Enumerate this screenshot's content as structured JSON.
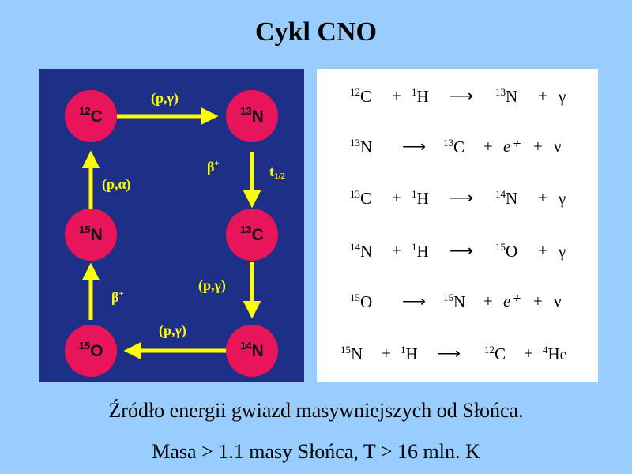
{
  "title": "Cykl CNO",
  "nodes": {
    "c12": {
      "mass": "12",
      "el": "C"
    },
    "n13": {
      "mass": "13",
      "el": "N"
    },
    "c13": {
      "mass": "13",
      "el": "C"
    },
    "n14": {
      "mass": "14",
      "el": "N"
    },
    "o15": {
      "mass": "15",
      "el": "O"
    },
    "n15": {
      "mass": "15",
      "el": "N"
    }
  },
  "reactions": {
    "c12_n13": "(p,γ)",
    "n13_c13_beta": "β",
    "n13_c13_beta_sup": "+",
    "half_life": "t",
    "half_life_sub": "1/2",
    "c13_n14": "(p,γ)",
    "n14_o15": "(p,γ)",
    "o15_n15_beta": "β",
    "o15_n15_beta_sup": "+",
    "n15_c12": "(p,α)"
  },
  "colors": {
    "background": "#99ccff",
    "panel": "#1e2f88",
    "node": "#e8155a",
    "arrow": "#ffff00"
  },
  "equations": [
    {
      "t1": "C",
      "m1": "12",
      "op1": "+",
      "t2": "H",
      "m2": "1",
      "arrow": "⟶",
      "t3": "N",
      "m3": "13",
      "op2": "+",
      "t4": "γ",
      "m4": "",
      "op3": "",
      "t5": "",
      "m5": ""
    },
    {
      "t1": "N",
      "m1": "13",
      "op1": "",
      "t2": "",
      "m2": "",
      "arrow": "⟶",
      "t3": "C",
      "m3": "13",
      "op2": "+",
      "t4": "e⁺",
      "m4": "",
      "op3": "+",
      "t5": "ν",
      "m5": ""
    },
    {
      "t1": "C",
      "m1": "13",
      "op1": "+",
      "t2": "H",
      "m2": "1",
      "arrow": "⟶",
      "t3": "N",
      "m3": "14",
      "op2": "+",
      "t4": "γ",
      "m4": "",
      "op3": "",
      "t5": "",
      "m5": ""
    },
    {
      "t1": "N",
      "m1": "14",
      "op1": "+",
      "t2": "H",
      "m2": "1",
      "arrow": "⟶",
      "t3": "O",
      "m3": "15",
      "op2": "+",
      "t4": "γ",
      "m4": "",
      "op3": "",
      "t5": "",
      "m5": ""
    },
    {
      "t1": "O",
      "m1": "15",
      "op1": "",
      "t2": "",
      "m2": "",
      "arrow": "⟶",
      "t3": "N",
      "m3": "15",
      "op2": "+",
      "t4": "e⁺",
      "m4": "",
      "op3": "+",
      "t5": "ν",
      "m5": ""
    },
    {
      "t1": "N",
      "m1": "15",
      "op1": "+",
      "t2": "H",
      "m2": "1",
      "arrow": "⟶",
      "t3": "C",
      "m3": "12",
      "op2": "+",
      "t4": "He",
      "m4": "4",
      "op3": "",
      "t5": "",
      "m5": ""
    }
  ],
  "caption1": "Źródło energii gwiazd masywniejszych od Słońca.",
  "caption2": "Masa > 1.1 masy Słońca, T > 16 mln. K"
}
